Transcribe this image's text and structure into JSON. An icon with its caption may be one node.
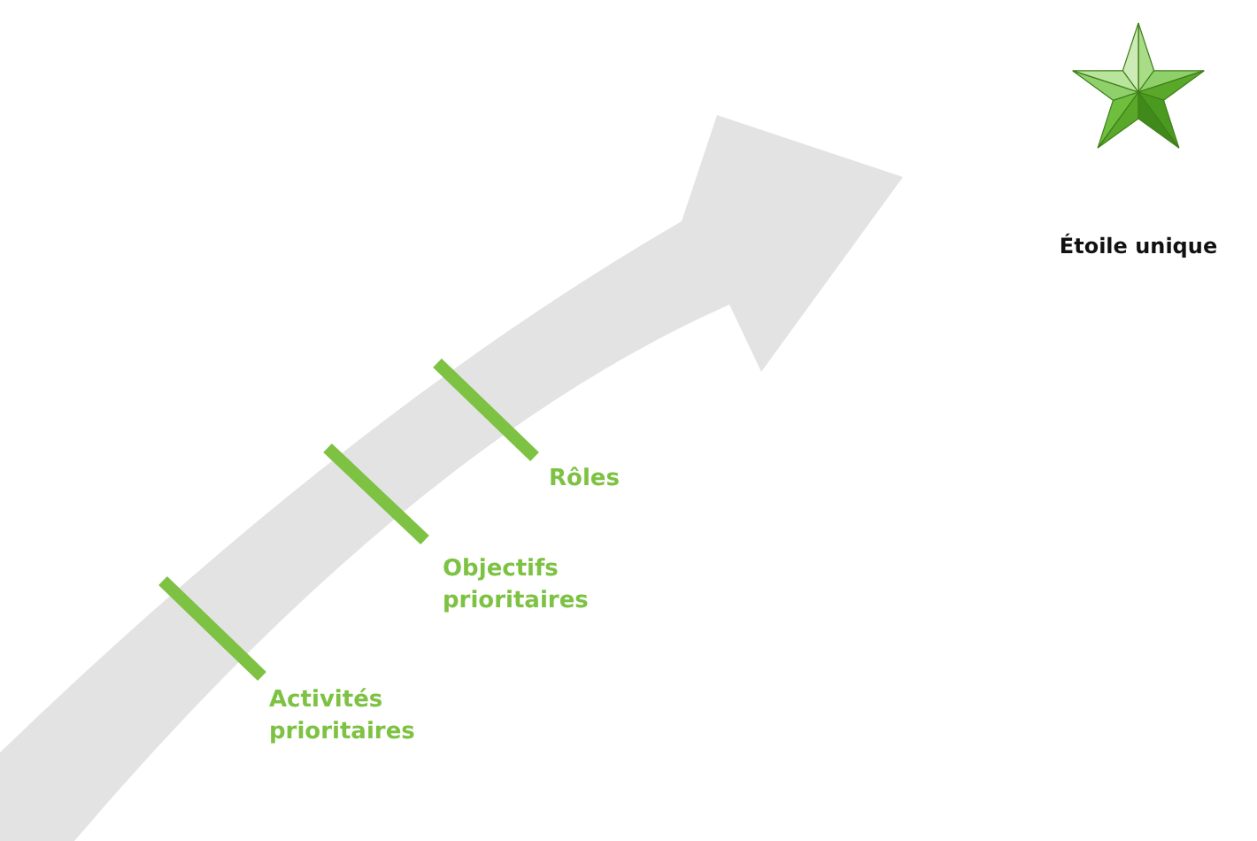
{
  "diagram": {
    "nodes": [
      {
        "text": [
          "Étoile unique"
        ]
      }
    ],
    "labels": [
      "Rôles",
      "Objectifs prioritaires",
      "Activités prioritaires"
    ]
  }
}
